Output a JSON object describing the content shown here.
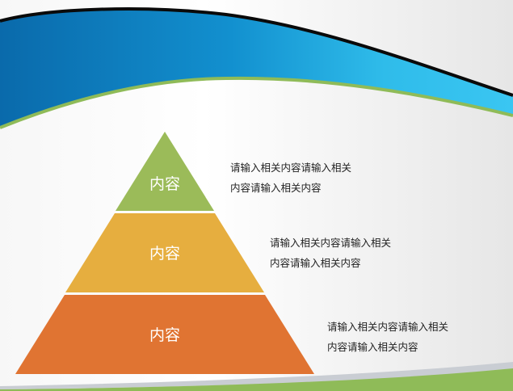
{
  "pyramid": [
    {
      "label": "内容",
      "color": "#9bbb59",
      "text_line1": "请输入相关内容请输入相关",
      "text_line2": "内容请输入相关内容"
    },
    {
      "label": "内容",
      "color": "#e6ae3f",
      "text_line1": "请输入相关内容请输入相关",
      "text_line2": "内容请输入相关内容"
    },
    {
      "label": "内容",
      "color": "#e07432",
      "text_line1": "请输入相关内容请输入相关",
      "text_line2": "内容请输入相关内容"
    }
  ],
  "colors": {
    "blue_dark": "#0a6fb0",
    "blue_light": "#38c4f0",
    "green": "#8fbb58"
  }
}
